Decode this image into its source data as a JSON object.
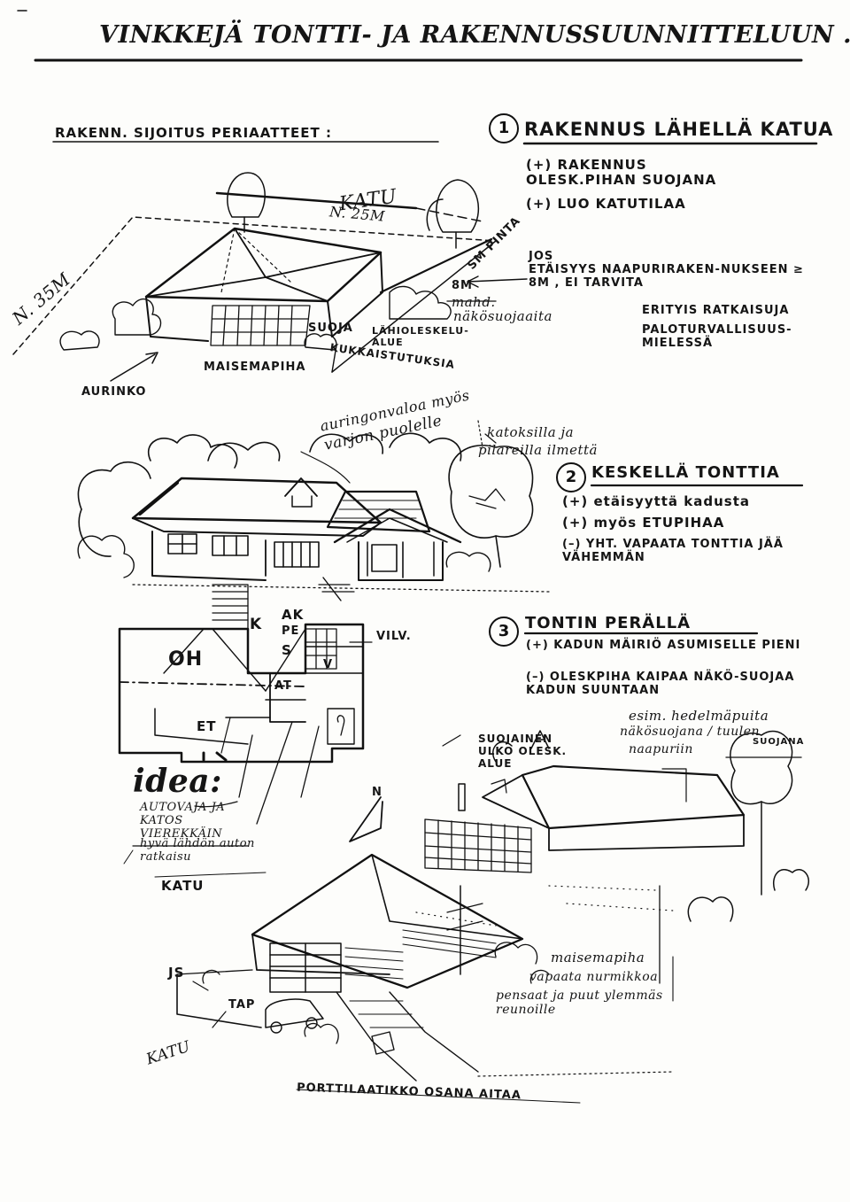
{
  "title": "VINKKEJÄ TONTTI- JA RAKENNUSSUUNNITTELUUN ...",
  "section_header": "RAKENN. SIJOITUS PERIAATTEET :",
  "principles": [
    {
      "number": "1",
      "heading": "RAKENNUS LÄHELLÄ KATUA",
      "points": [
        "(+) RAKENNUS OLESK.PIHAN SUOJANA",
        "(+) LUO KATUTILAA"
      ]
    },
    {
      "number": "2",
      "heading": "KESKELLÄ TONTTIA",
      "points": [
        "(+) etäisyyttä kadusta",
        "(+) myös ETUPIHAA",
        "(–) YHT. VAPAATA TONTTIA JÄÄ VÄHEMMÄN"
      ]
    },
    {
      "number": "3",
      "heading": "TONTIN PERÄLLÄ",
      "points": [
        "(+) KADUN MÄIRIÖ ASUMISELLE PIENI",
        "(–) OLESKPIHA KAIPAA NÄKÖ-SUOJAA KADUN SUUNTAAN"
      ]
    }
  ],
  "sketch1_labels": {
    "katu": "KATU",
    "n25": "N. 25M",
    "n35": "N. 35M",
    "smpinta": "SM PINTA",
    "jos": "JOS",
    "etaisyys": "ETÄISYYS NAAPURIRAKEN-NUKSEEN ≥ 8M , EI TARVITA",
    "erityis": "ERITYIS RATKAISUJA",
    "palo": "PALOTURVALLISUUS-MIELESSÄ",
    "m8": "8M",
    "mahd": "mahd.",
    "nakosuojaaita": "näkösuojaaita",
    "suoja": "SUOJA",
    "lahiolesk": "LÄHIOLESKELU-ALUE",
    "kukkaistutuksia": "KUKKAISTUTUKSIA",
    "maisemapiha": "MAISEMAPIHA",
    "aurinko": "AURINKO"
  },
  "sketch2_labels": {
    "aurinko_vaihe": "auringonvaloa myös",
    "varjon": "varjon puolelle",
    "katoksilla": "katoksilla ja",
    "pilareilla": "pilareilla ilmettä"
  },
  "plan_labels": {
    "ak": "AK",
    "pe": "PE",
    "s": "S",
    "k": "K",
    "oh": "OH",
    "at": "AT",
    "et": "ET",
    "vv": "V",
    "vilv": "VILV.",
    "n": "N",
    "idea": "idea:",
    "autovaja": "AUTOVAJA JA KATOS VIEREKKÄIN",
    "hyva": "hyvä lähdön auton ratkaisu",
    "katu": "KATU"
  },
  "sketch3_labels": {
    "esim": "esim. hedelmäpuita",
    "nakosuojana": "näkösuojana / tuulen",
    "naapuriin": "naapuriin",
    "suojana": "SUOJANA",
    "suojainen": "SUOJAINEN ULKO OLESK. ALUE",
    "maisemapiha": "maisemapiha",
    "vapaata": "vapaata nurmikkoa",
    "pensaat": "pensaat ja puut ylemmäs reunoille",
    "js": "JS",
    "tap": "TAP",
    "katu": "KATU",
    "portti": "PORTTILAATIKKO OSANA AITAA"
  }
}
